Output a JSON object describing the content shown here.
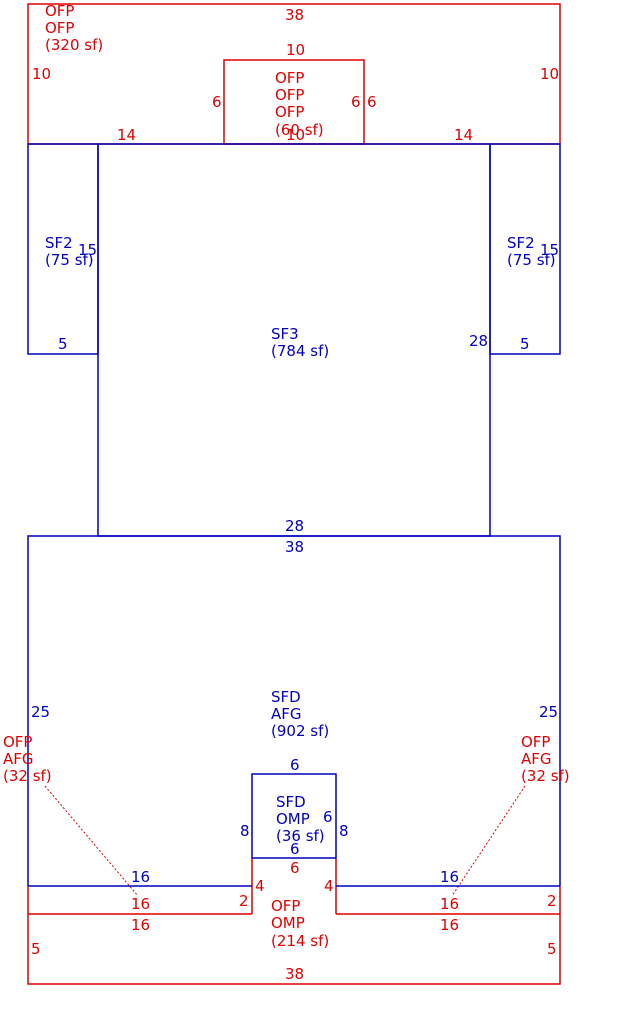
{
  "colors": {
    "red": "#e00000",
    "blue": "#0000c0"
  },
  "areas": {
    "ofp_top": {
      "l1": "OFP",
      "l2": "OFP",
      "area": "(320 sf)"
    },
    "ofp_small": {
      "l1": "OFP",
      "l2": "OFP",
      "l3": "OFP",
      "area": "(60 sf)"
    },
    "sf2_left": {
      "name": "SF2",
      "area": "(75 sf)"
    },
    "sf2_right": {
      "name": "SF2",
      "area": "(75 sf)"
    },
    "sf3": {
      "name": "SF3",
      "area": "(784 sf)"
    },
    "sfd": {
      "l1": "SFD",
      "l2": "AFG",
      "area": "(902 sf)"
    },
    "sfd_omp": {
      "l1": "SFD",
      "l2": "OMP",
      "area": "(36 sf)"
    },
    "ofp_left": {
      "l1": "OFP",
      "l2": "AFG",
      "area": "(32 sf)"
    },
    "ofp_right": {
      "l1": "OFP",
      "l2": "AFG",
      "area": "(32 sf)"
    },
    "ofp_omp": {
      "l1": "OFP",
      "l2": "OMP",
      "area": "(214 sf)"
    }
  },
  "dims": {
    "top_38": "38",
    "top_left_10": "10",
    "top_right_10": "10",
    "small_top_10": "10",
    "small_left_6": "6",
    "small_right_6a": "6",
    "small_right_6b": "6",
    "small_bottom_10": "10",
    "top_left_14": "14",
    "top_right_14": "14",
    "sf2l_15": "15",
    "sf2l_5": "5",
    "sf2r_15": "15",
    "sf2r_5": "5",
    "sf3_28_right": "28",
    "sf3_28_bottom": "28",
    "sfd_38": "38",
    "sfd_left_25": "25",
    "sfd_right_25": "25",
    "omp_top_6": "6",
    "omp_right_6": "6",
    "omp_bottom_6": "6",
    "omp_left_8": "8",
    "omp_right_8": "8",
    "sfd_left_16": "16",
    "sfd_right_16": "16",
    "red_6": "6",
    "red_left_4": "4",
    "red_right_4": "4",
    "red_left_2": "2",
    "red_right_2": "2",
    "red_left_16a": "16",
    "red_left_16b": "16",
    "red_right_16a": "16",
    "red_right_16b": "16",
    "red_left_5": "5",
    "red_right_5": "5",
    "red_bottom_38": "38"
  }
}
